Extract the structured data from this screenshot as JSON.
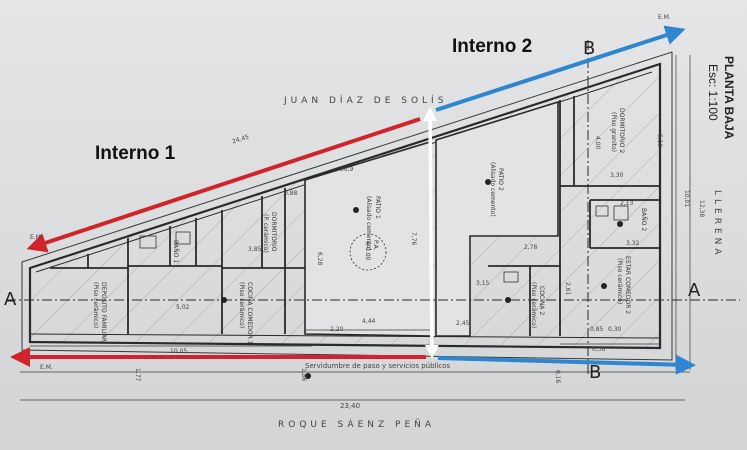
{
  "annotations": {
    "interno1": "Interno 1",
    "interno2": "Interno 2"
  },
  "title": {
    "planta": "PLANTA BAJA",
    "escala": "Esc: 1:100"
  },
  "streets": {
    "top": "JUAN DÍAZ DE SOLÍS",
    "bottom": "ROQUE SÁENZ PEÑA",
    "right": "LLERENA",
    "servidumbre": "Servidumbre de paso y servicios públicos"
  },
  "sections": {
    "a": "A",
    "b": "B"
  },
  "rooms": {
    "patio1": "PATIO 1",
    "patio1_sub": "(Alisado cemento)",
    "patio2": "PATIO 2",
    "patio2_sub": "(Alisado cemento)",
    "dormitorio1": "DORMITORIO",
    "dormitorio1_sub": "(P. cerámico)",
    "dormitorio2": "DORMITORIO 2",
    "dormitorio2_sub": "(Piso granito)",
    "cocina1": "COCINA COMEDOR 1",
    "cocina1_sub": "(Piso cerámico)",
    "cocina2": "COCINA 2",
    "cocina2_sub": "(Piso cerámico)",
    "deposito": "DEPOSITO FAMILIAR",
    "deposito_sub": "(Piso cerámico)",
    "bano1": "BAÑO 1",
    "bano2": "BAÑO 2",
    "estar": "ESTAR COMEDOR 2",
    "estar_sub": "(Piso cerámico)",
    "pa": "P.A.",
    "pa_val": "±0.00"
  },
  "dimensions": {
    "total": "23,40",
    "d1005": "10,05",
    "d444": "4,44",
    "d220": "2,20",
    "d245": "2,45",
    "d330": "3,30",
    "d776": "7,76",
    "d628": "6,28",
    "d502": "5,02",
    "d1238": "12,38",
    "d1001": "10,01",
    "d2445": "24,45",
    "d569": "56,9",
    "d385": "3,85",
    "d278": "2,78",
    "d315": "3,15",
    "d261": "2,61",
    "d186": "1,86",
    "d088": "0,88",
    "d085": "0,85",
    "d030": "0,30",
    "d036": "0,36",
    "d213": "2,13",
    "d332": "3,32",
    "d400": "4,00",
    "d510": "5,10",
    "d016": "0,16",
    "d1207": "1,77"
  },
  "markers": {
    "em": "E.M."
  },
  "colors": {
    "red": "#d2232a",
    "blue": "#2e86d0",
    "white": "#ffffff",
    "line": "#3a3a3a"
  }
}
